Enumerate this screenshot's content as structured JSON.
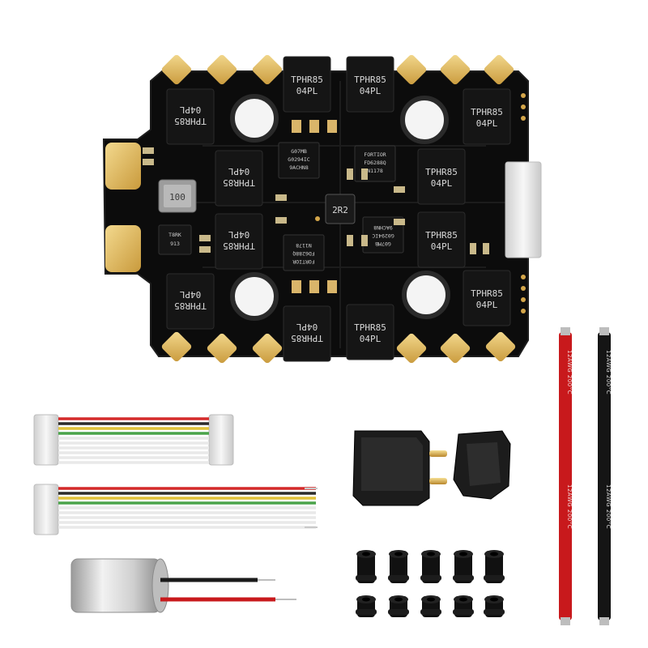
{
  "board": {
    "mosfet_labels": [
      {
        "line1": "TPHR85",
        "line2": "04PL"
      },
      {
        "line1": "TPHR85",
        "line2": "04PL"
      },
      {
        "line1": "TPHR85",
        "line2": "04PL"
      },
      {
        "line1": "TPHR85",
        "line2": "04PL"
      },
      {
        "line1": "TPHR85",
        "line2": "04PL"
      },
      {
        "line1": "TPHR85",
        "line2": "04PL"
      },
      {
        "line1": "TPHR85",
        "line2": "04PL"
      },
      {
        "line1": "TPHR85",
        "line2": "04PL"
      },
      {
        "line1": "TPHR85",
        "line2": "04PL"
      },
      {
        "line1": "TPHR85",
        "line2": "04PL"
      },
      {
        "line1": "TPHR85",
        "line2": "04PL"
      },
      {
        "line1": "TPHR85",
        "line2": "04PL"
      }
    ],
    "driver_chips": [
      {
        "line1": "FORTIOR",
        "line2": "FD6288Q",
        "line3": "N1178"
      },
      {
        "line1": "G07MB",
        "line2": "G0294IC",
        "line3": "9ACHN8"
      },
      {
        "line1": "FORTIOR",
        "line2": "FD6288Q",
        "line3": "N1178"
      },
      {
        "line1": "G07MB",
        "line2": "G0294IC",
        "line3": "9ACHN8"
      }
    ],
    "inductor_label": "100",
    "inductor2_label": "2R2",
    "small_chip": {
      "line1": "T8RK",
      "line2": "913"
    }
  },
  "wires": {
    "red_label": "12AWG 200°C",
    "black_label": "12AWG 200°C"
  },
  "colors": {
    "pcb": "#0c0c0c",
    "gold_pad": "#e6c36a",
    "red_wire": "#c8191c",
    "black_wire": "#151515"
  }
}
